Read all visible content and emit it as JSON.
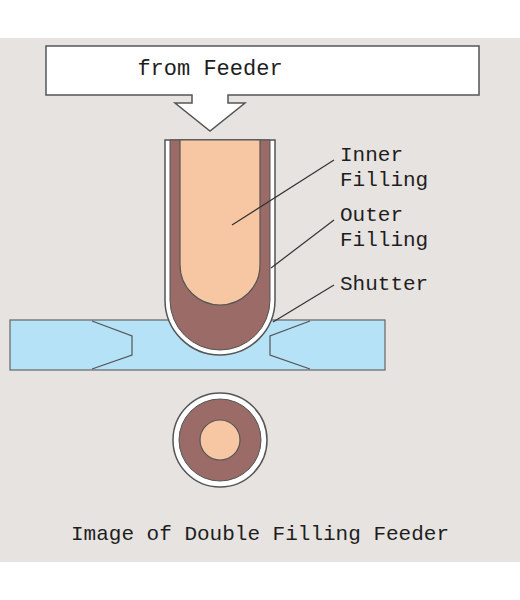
{
  "diagram": {
    "caption": "Image of Double Filling Feeder",
    "nodes": [
      {
        "text": [
          "from Feeder"
        ]
      }
    ],
    "labels": [
      "Inner Filling",
      "Outer Filling",
      "Shutter"
    ]
  }
}
